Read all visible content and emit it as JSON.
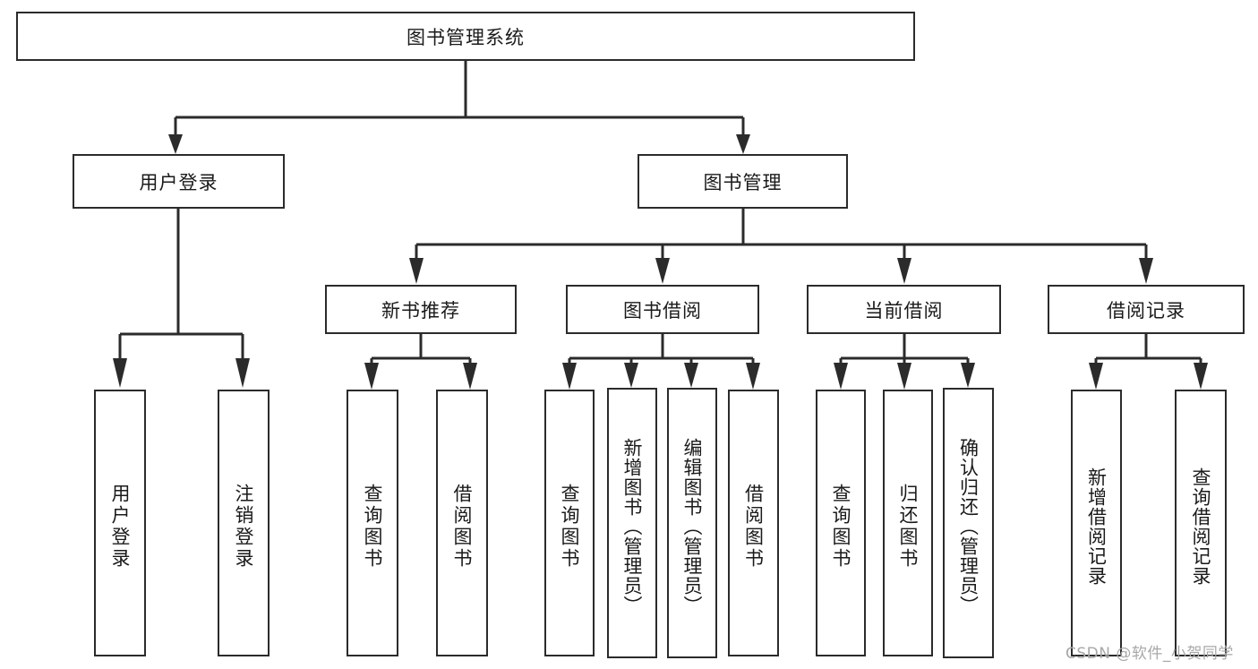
{
  "diagram": {
    "type": "tree-hierarchy-chart",
    "title": "图书管理系统",
    "line_color": "#2b2b2b",
    "box_fill": "#ffffff",
    "text_color": "#1a1a1a",
    "root": {
      "label": "图书管理系统",
      "level": 0
    },
    "level1": [
      {
        "label": "用户登录"
      },
      {
        "label": "图书管理"
      }
    ],
    "level2": [
      {
        "label": "新书推荐",
        "parent": "图书管理"
      },
      {
        "label": "图书借阅",
        "parent": "图书管理"
      },
      {
        "label": "当前借阅",
        "parent": "图书管理"
      },
      {
        "label": "借阅记录",
        "parent": "图书管理"
      }
    ],
    "leaves": {
      "user_login": [
        {
          "label": "用户登录"
        },
        {
          "label": "注销登录"
        }
      ],
      "new_book_recommend": [
        {
          "label": "查询图书"
        },
        {
          "label": "借阅图书"
        }
      ],
      "book_borrow": [
        {
          "label": "查询图书"
        },
        {
          "label": "新增图书（管理员）"
        },
        {
          "label": "编辑图书（管理员）"
        },
        {
          "label": "借阅图书"
        }
      ],
      "current_borrow": [
        {
          "label": "查询图书"
        },
        {
          "label": "归还图书"
        },
        {
          "label": "确认归还（管理员）"
        }
      ],
      "borrow_record": [
        {
          "label": "新增借阅记录"
        },
        {
          "label": "查询借阅记录"
        }
      ]
    }
  },
  "watermark": {
    "text": "CSDN @软件_小贺同学"
  }
}
